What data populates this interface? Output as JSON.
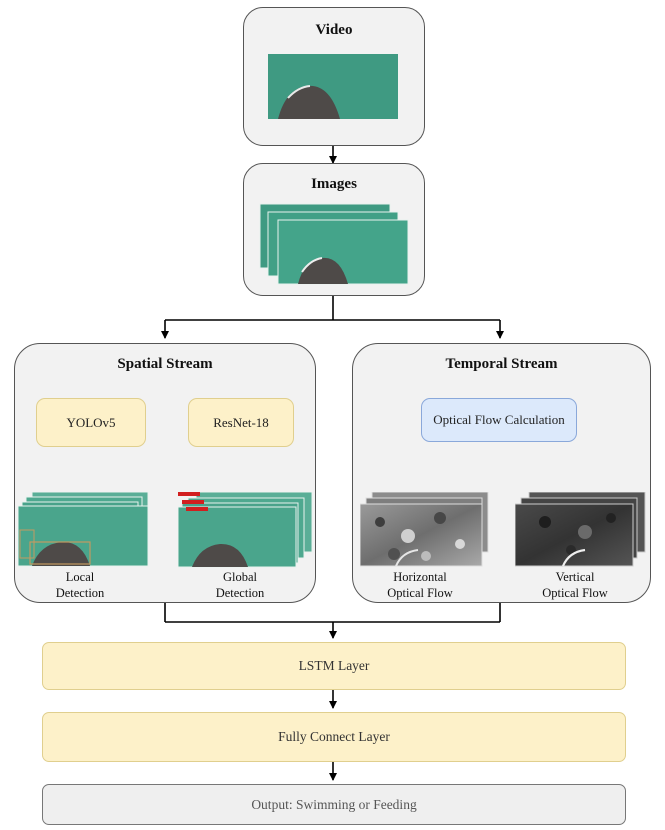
{
  "video": {
    "title": "Video"
  },
  "images": {
    "title": "Images"
  },
  "spatial": {
    "title": "Spatial Stream",
    "yolo": "YOLOv5",
    "resnet": "ResNet-18",
    "local_line1": "Local",
    "local_line2": "Detection",
    "global_line1": "Global",
    "global_line2": "Detection"
  },
  "temporal": {
    "title": "Temporal Stream",
    "flow": "Optical Flow Calculation",
    "h_line1": "Horizontal",
    "h_line2": "Optical Flow",
    "v_line1": "Vertical",
    "v_line2": "Optical Flow"
  },
  "lstm": "LSTM Layer",
  "fc": "Fully Connect Layer",
  "output": "Output: Swimming or Feeding",
  "colors": {
    "water": "#3f9a82",
    "module_fill": "#fdf1c9",
    "flow_module_fill": "#dce9fb",
    "panel_fill": "#f2f2f2",
    "detection_box": "#d11f1f"
  }
}
